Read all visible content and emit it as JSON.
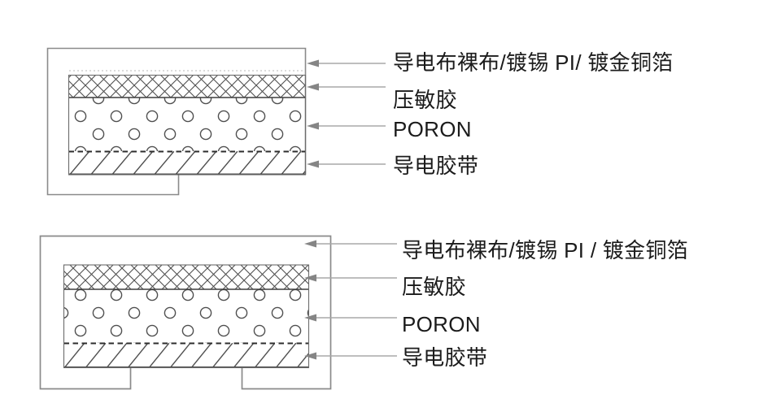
{
  "page": {
    "background": "#ffffff",
    "description_labels_present": true
  },
  "colors": {
    "outline_gray": "#8a8a8a",
    "stack_border": "#6b6b6b",
    "pattern_line": "#4f4f4f",
    "layer_divider": "#3f3f3f",
    "dashed_divider": "#2d2d2d",
    "arrow_line": "#a8a8a8",
    "arrow_head": "#858585",
    "label_text": "#1b1b1b"
  },
  "diagrams": [
    {
      "name": "gasket-stackup-top",
      "labels": [
        {
          "text": "导电布裸布/镀锡 PI/ 镀金铜箔"
        },
        {
          "text": "压敏胶"
        },
        {
          "text": "PORON"
        },
        {
          "text": "导电胶带"
        }
      ]
    },
    {
      "name": "gasket-stackup-bottom",
      "labels": [
        {
          "text": "导电布裸布/镀锡 PI / 镀金铜箔"
        },
        {
          "text": "压敏胶"
        },
        {
          "text": "PORON"
        },
        {
          "text": "导电胶带"
        }
      ]
    }
  ]
}
